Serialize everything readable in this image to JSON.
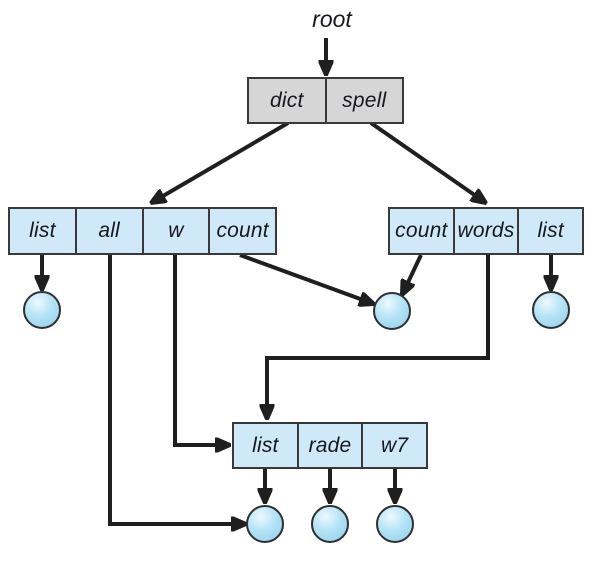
{
  "figure": {
    "root_label": "root",
    "nodes": {
      "root_dir": {
        "cells": [
          "dict",
          "spell"
        ]
      },
      "left_dir": {
        "cells": [
          "list",
          "all",
          "w",
          "count"
        ]
      },
      "right_dir": {
        "cells": [
          "count",
          "words",
          "list"
        ]
      },
      "bottom_dir": {
        "cells": [
          "list",
          "rade",
          "w7"
        ]
      }
    },
    "colors": {
      "dir_fill": "#d6d6d6",
      "file_fill": "#cfe9f8",
      "box_border": "#39393b",
      "line": "#1f1f1f",
      "text": "#17171f",
      "circle_border": "#2f2f31",
      "circle_hi": "#eef9fe",
      "circle_mid": "#b5e3f6",
      "circle_lo": "#8fceea"
    }
  }
}
